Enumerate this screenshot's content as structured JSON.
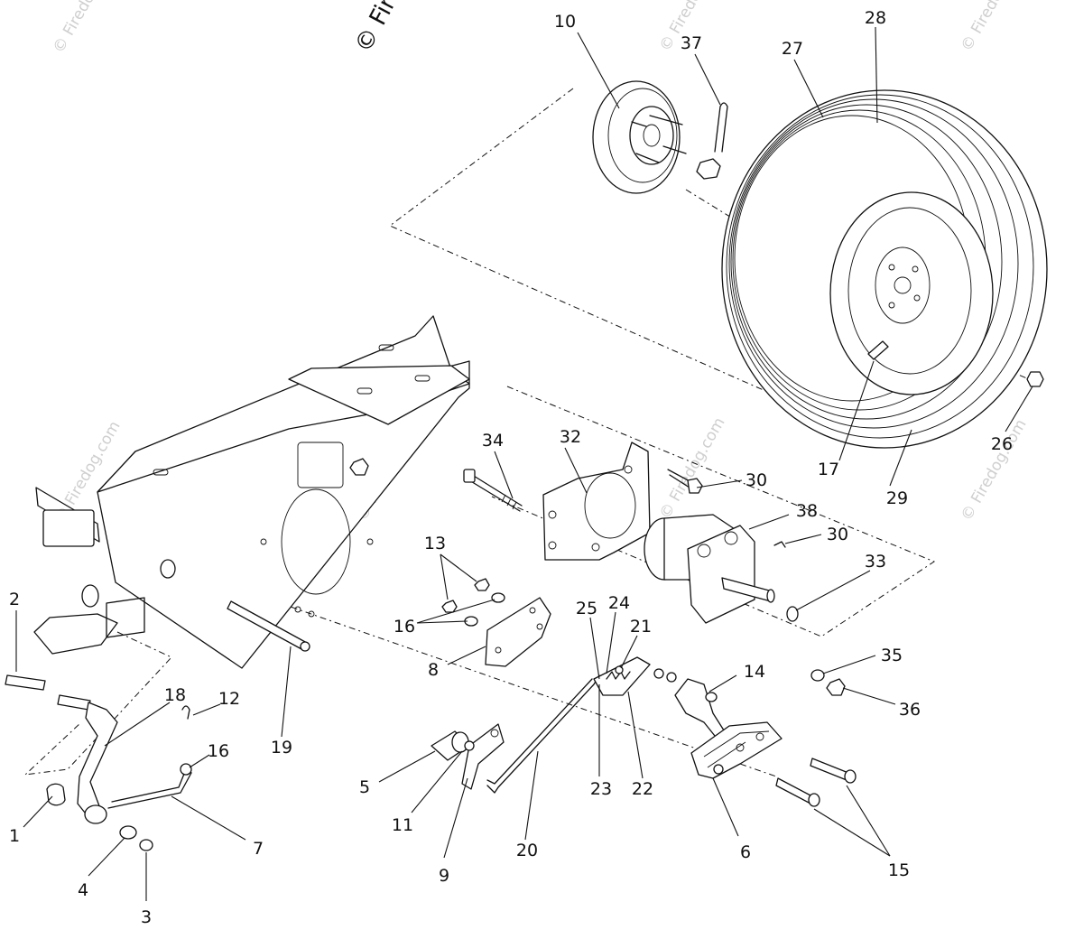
{
  "watermark": {
    "main": "© Firec",
    "repeat": "© Firedog.com"
  },
  "callouts": [
    "1",
    "2",
    "3",
    "4",
    "5",
    "6",
    "7",
    "8",
    "9",
    "10",
    "11",
    "12",
    "13",
    "14",
    "15",
    "16",
    "16",
    "16",
    "17",
    "18",
    "19",
    "20",
    "21",
    "22",
    "23",
    "24",
    "25",
    "26",
    "27",
    "28",
    "29",
    "30",
    "30",
    "32",
    "33",
    "34",
    "35",
    "36",
    "37",
    "38"
  ]
}
